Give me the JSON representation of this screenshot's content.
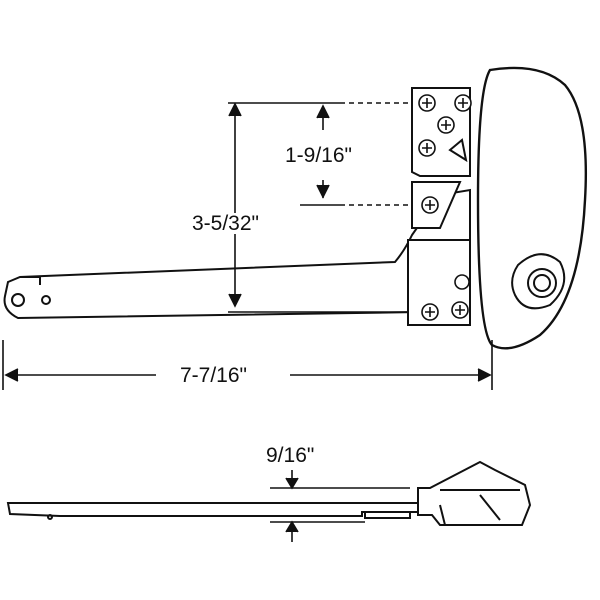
{
  "dimensions": {
    "hinge_spacing": "1-9/16\"",
    "overall_height": "3-5/32\"",
    "overall_length": "7-7/16\"",
    "side_thickness": "9/16\""
  },
  "colors": {
    "line": "#111111",
    "background": "#ffffff"
  }
}
